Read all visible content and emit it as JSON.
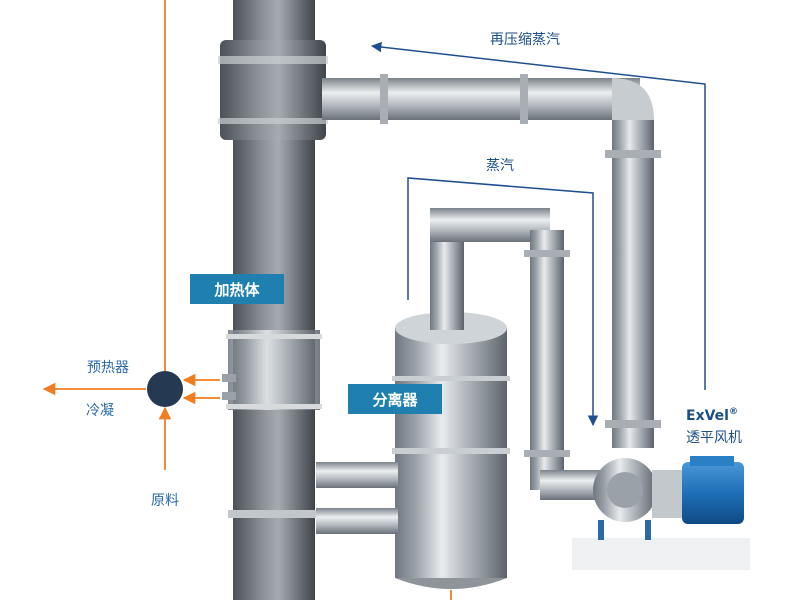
{
  "labels": {
    "recompressed_steam": "再压缩蒸汽",
    "steam": "蒸汽",
    "heating_body": "加热体",
    "separator": "分离器",
    "preheater": "预热器",
    "condensate": "冷凝",
    "raw_material": "原料",
    "fan_brand": "ExVel",
    "fan_brand_mark": "®",
    "fan_name": "透平风机"
  },
  "colors": {
    "steam_arrow": "#1f4f8f",
    "feed_arrow": "#f07d22",
    "label_box": "#1f7fae",
    "node": "#253a52",
    "label_text": "#1b4f86",
    "motor": "#1e6fb8"
  }
}
